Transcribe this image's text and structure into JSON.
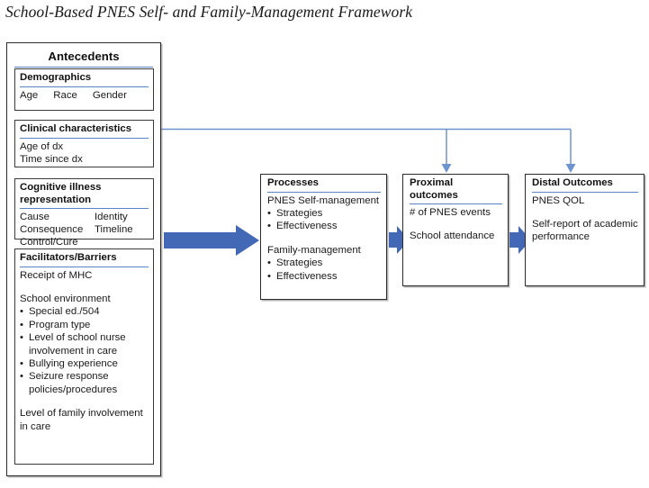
{
  "title": "School-Based PNES Self- and Family-Management Framework",
  "colors": {
    "header_rule": "#5b84c4",
    "thick_arrow": "#4368b5",
    "thin_connector": "#6f93cf",
    "box_border": "#2b2b2b",
    "text": "#1a1a1a"
  },
  "antecedents": {
    "title": "Antecedents",
    "demographics": {
      "header": "Demographics",
      "items": [
        "Age",
        "Race",
        "Gender"
      ]
    },
    "clinical": {
      "header": "Clinical characteristics",
      "lines": [
        "Age of dx",
        "Time since dx"
      ]
    },
    "cognitive": {
      "header": "Cognitive illness representation",
      "pairs": [
        [
          "Cause",
          "Identity"
        ],
        [
          "Consequence",
          "Timeline"
        ],
        [
          "Control/Cure",
          ""
        ]
      ]
    },
    "facilitators": {
      "header": "Facilitators/Barriers",
      "first_line": "Receipt of MHC",
      "school_label": "School environment",
      "school_bullets": [
        "Special ed./504",
        "Program type",
        "Level of school nurse involvement in care",
        "Bullying experience",
        "Seizure response policies/procedures"
      ],
      "family_line": "Level of family involvement in care"
    }
  },
  "processes": {
    "header": "Processes",
    "self_label": "PNES Self-management",
    "self_bullets": [
      "Strategies",
      "Effectiveness"
    ],
    "family_label": "Family-management",
    "family_bullets": [
      "Strategies",
      "Effectiveness"
    ]
  },
  "proximal": {
    "header": "Proximal outcomes",
    "lines": [
      "# of PNES events",
      "School attendance"
    ]
  },
  "distal": {
    "header": "Distal Outcomes",
    "lines": [
      "PNES QOL",
      "Self-report of academic performance"
    ]
  },
  "arrows": {
    "antecedents_to_processes": "thick-right-arrow",
    "processes_to_proximal": "small-right-arrow",
    "proximal_to_distal": "small-right-arrow",
    "antecedents_to_proximal": "elbow-down-arrow",
    "antecedents_to_distal": "elbow-down-arrow"
  }
}
